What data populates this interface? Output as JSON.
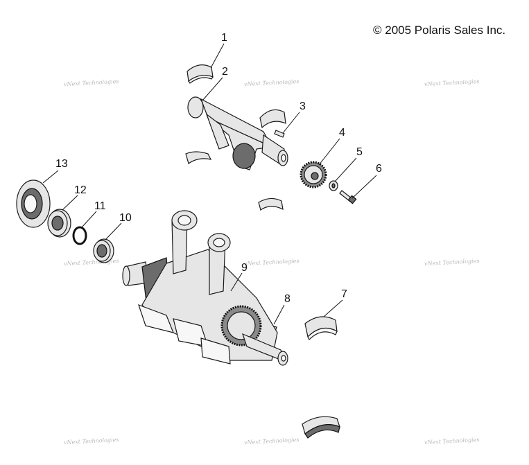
{
  "copyright": "© 2005 Polaris Sales Inc.",
  "watermark": "vNext Technologies",
  "callouts": [
    "1",
    "2",
    "3",
    "4",
    "5",
    "6",
    "7",
    "8",
    "9",
    "10",
    "11",
    "12",
    "13"
  ]
}
